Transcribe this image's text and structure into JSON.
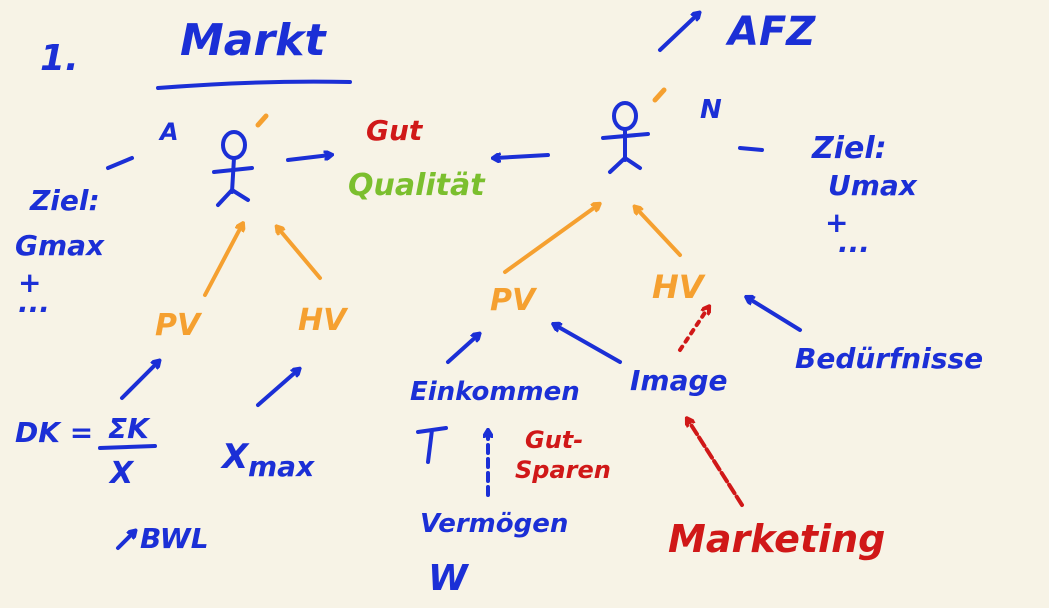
{
  "colors": {
    "background": "#f7f3e6",
    "blue": "#1b2fd6",
    "orange": "#f5a030",
    "red": "#d01818",
    "green": "#7bbf2e"
  },
  "title": {
    "number": "1.",
    "text": "Markt"
  },
  "left_actor": {
    "label_a": "A",
    "goal_label": "Ziel:",
    "goal_line1": "Gmax",
    "goal_line2": "+",
    "goal_line3": "...",
    "pv": "PV",
    "hv": "HV",
    "dk_formula_left": "DK =",
    "dk_formula_num": "ΣK",
    "dk_formula_den": "X",
    "xmax": "X",
    "xmax_sub": "max",
    "bwl": "BWL"
  },
  "center": {
    "gut": "Gut",
    "qualitaet": "Qualität"
  },
  "right_actor": {
    "afz": "AFZ",
    "label_n": "N",
    "goal_label": "Ziel:",
    "goal_line1": "Umax",
    "goal_line2": "+",
    "goal_line3": "...",
    "pv": "PV",
    "hv": "HV",
    "einkommen": "Einkommen",
    "image": "Image",
    "beduerfnisse": "Bedürfnisse",
    "gut_sparen_line1": "Gut-",
    "gut_sparen_line2": "Sparen",
    "vermoegen": "Vermögen",
    "w": "W",
    "marketing": "Marketing"
  }
}
